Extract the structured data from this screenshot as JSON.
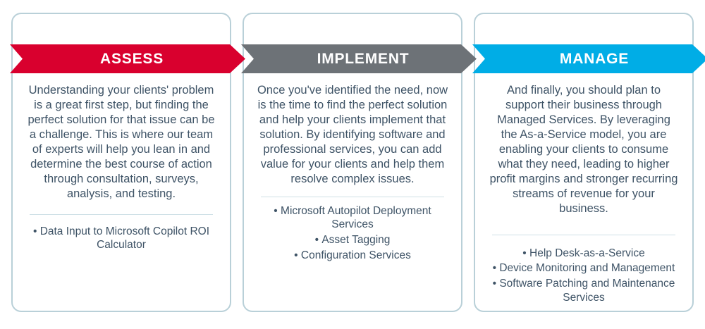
{
  "page": {
    "title": "Assess / Implement / Manage three-step process graphic",
    "background_color": "#ffffff"
  },
  "theme": {
    "card_border_color": "#b9d0d8",
    "divider_color": "#cfe0e6",
    "text_color": "#3e5366",
    "banner_text_color": "#ffffff"
  },
  "steps": [
    {
      "id": "assess",
      "banner_label": "ASSESS",
      "banner_color": "#d9002e",
      "description": "Understanding your clients' problem is a great first step, but finding the perfect solution for that issue can be a challenge. This is where our team of experts will help you lean in and determine the best course of action through consultation, surveys, analysis, and testing.",
      "bullets": [
        "Data Input to Microsoft Copilot ROI Calculator"
      ]
    },
    {
      "id": "implement",
      "banner_label": "IMPLEMENT",
      "banner_color": "#6d7277",
      "description": "Once you've identified the need, now is the time to find the perfect solution and help your clients implement that solution. By identifying software and professional services, you can add value for your clients and help them resolve complex issues.",
      "bullets": [
        "Microsoft Autopilot Deployment Services",
        "Asset Tagging",
        "Configuration Services"
      ]
    },
    {
      "id": "manage",
      "banner_label": "MANAGE",
      "banner_color": "#00ade6",
      "description": "And finally, you should plan to support their business through Managed Services. By leveraging the As-a-Service model, you are enabling your clients to consume what they need, leading to higher profit margins and stronger recurring streams of revenue for your business.",
      "bullets": [
        "Help Desk-as-a-Service",
        "Device Monitoring and Management",
        "Software Patching and Maintenance Services"
      ]
    }
  ]
}
